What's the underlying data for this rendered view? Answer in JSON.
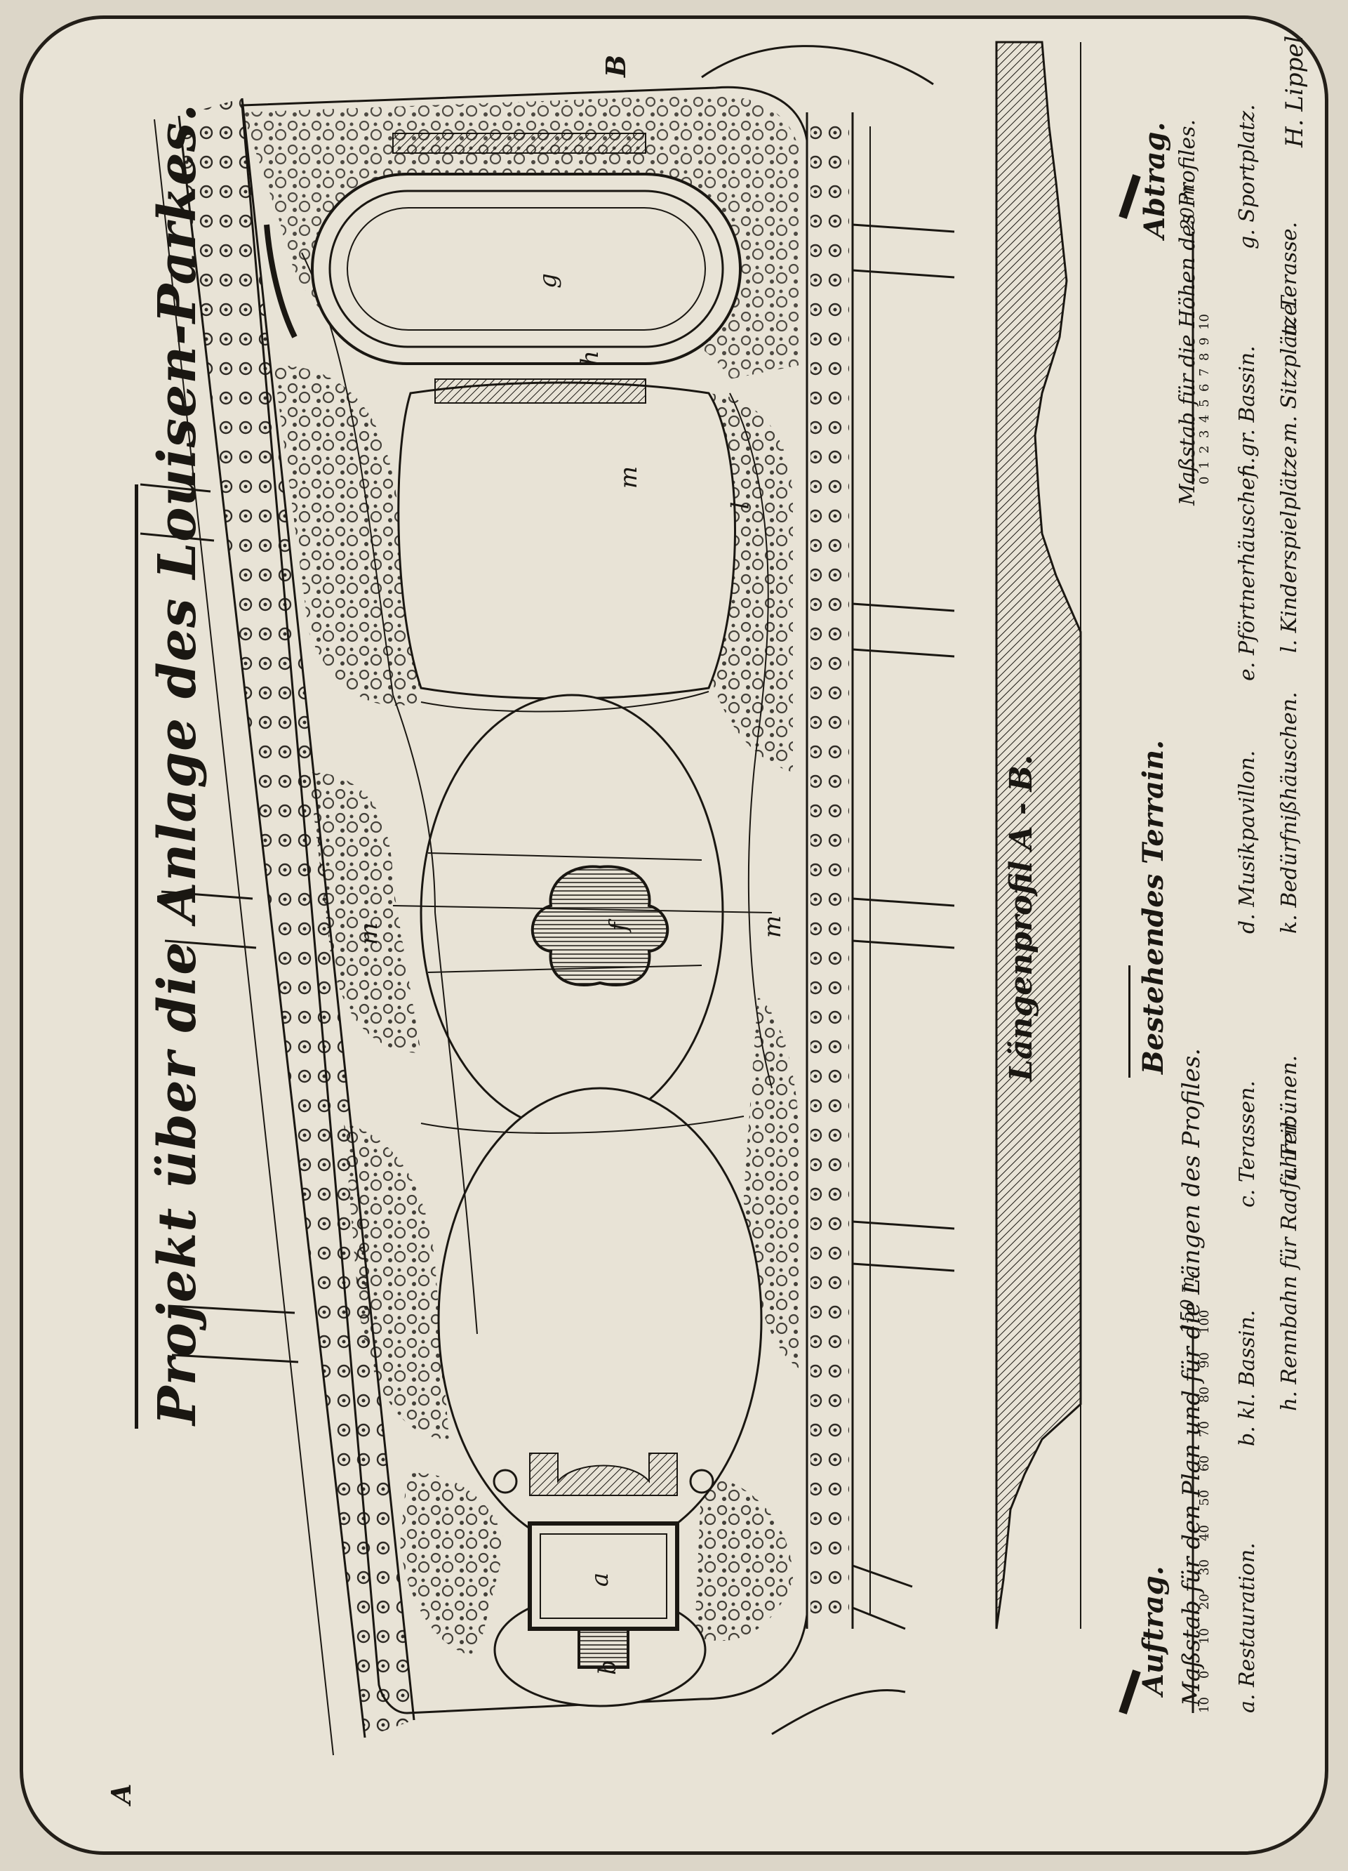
{
  "title": "Projekt über die Anlage des Louisen-Parkes.",
  "profile_title": "Längenprofil A - B.",
  "terrain_label": "Bestehendes Terrain.",
  "profile_point_a": "A",
  "profile_point_b": "B",
  "fill_label_left": "Auftrag.",
  "fill_label_right": "Abtrag.",
  "scale_length": {
    "label": "Maßstab für den Plan und für die Längen des Profiles.",
    "ticks": [
      "10",
      "0",
      "10",
      "20",
      "30",
      "40",
      "50",
      "60",
      "70",
      "80",
      "90",
      "100"
    ],
    "end_label": "150 m."
  },
  "scale_height": {
    "label": "Maßstab für die Höhen des Profiles.",
    "ticks": [
      "0",
      "1",
      "2",
      "3",
      "4",
      "5",
      "6",
      "7",
      "8",
      "9",
      "10"
    ],
    "end_label": "20 m."
  },
  "legend": [
    {
      "key": "a",
      "text": "Restauration."
    },
    {
      "key": "b",
      "text": "kl. Bassin."
    },
    {
      "key": "c",
      "text": "Terassen."
    },
    {
      "key": "d",
      "text": "Musikpavillon."
    },
    {
      "key": "e",
      "text": "Pförtnerhäuschen."
    },
    {
      "key": "f",
      "text": "gr. Bassin."
    },
    {
      "key": "g",
      "text": "Sportplatz."
    },
    {
      "key": "h",
      "text": "Rennbahn für Radfahrer."
    },
    {
      "key": "i",
      "text": "Tribünen."
    },
    {
      "key": "k",
      "text": "Bedürfnißhäuschen."
    },
    {
      "key": "l",
      "text": "Kinderspielplätze."
    },
    {
      "key": "m",
      "text": "Sitzplätze."
    },
    {
      "key": "n",
      "text": "Terasse."
    }
  ],
  "signature": "H. Lippel",
  "plan_labels": [
    "g",
    "h",
    "l",
    "m",
    "m",
    "m",
    "f",
    "a",
    "b"
  ],
  "colors": {
    "paper": "#e8e3d6",
    "ink": "#1a1712",
    "background": "#dcd6c8"
  }
}
